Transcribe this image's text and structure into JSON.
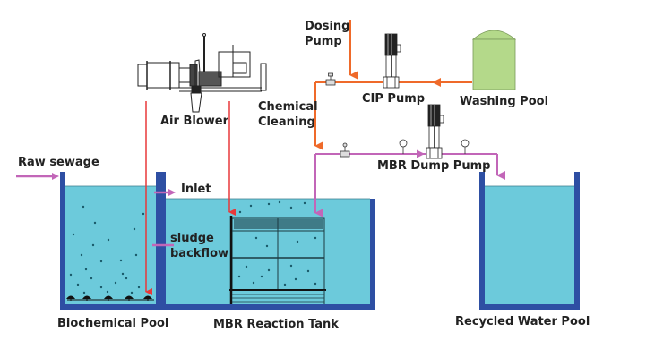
{
  "labels": {
    "raw_sewage": "Raw sewage",
    "air_blower": "Air Blower",
    "dosing_pump_line1": "Dosing",
    "dosing_pump_line2": "Pump",
    "chemical_cleaning_line1": "Chemical",
    "chemical_cleaning_line2": "Cleaning",
    "cip_pump": "CIP Pump",
    "washing_pool": "Washing Pool",
    "mbr_dump_pump": "MBR Dump Pump",
    "inlet": "Inlet",
    "sludge_backflow_line1": "sludge",
    "sludge_backflow_line2": "backflow",
    "biochemical_pool": "Biochemical Pool",
    "mbr_reaction_tank": "MBR Reaction Tank",
    "recycled_water_pool": "Recycled Water Pool"
  },
  "colors": {
    "tank_wall": "#2e4fa3",
    "water": "#6ccadb",
    "air_line": "#e8393a",
    "chemical_line": "#ef6a2a",
    "water_line": "#c266b8",
    "washing_pool_fill": "#b4d98a",
    "equipment": "#222222"
  }
}
